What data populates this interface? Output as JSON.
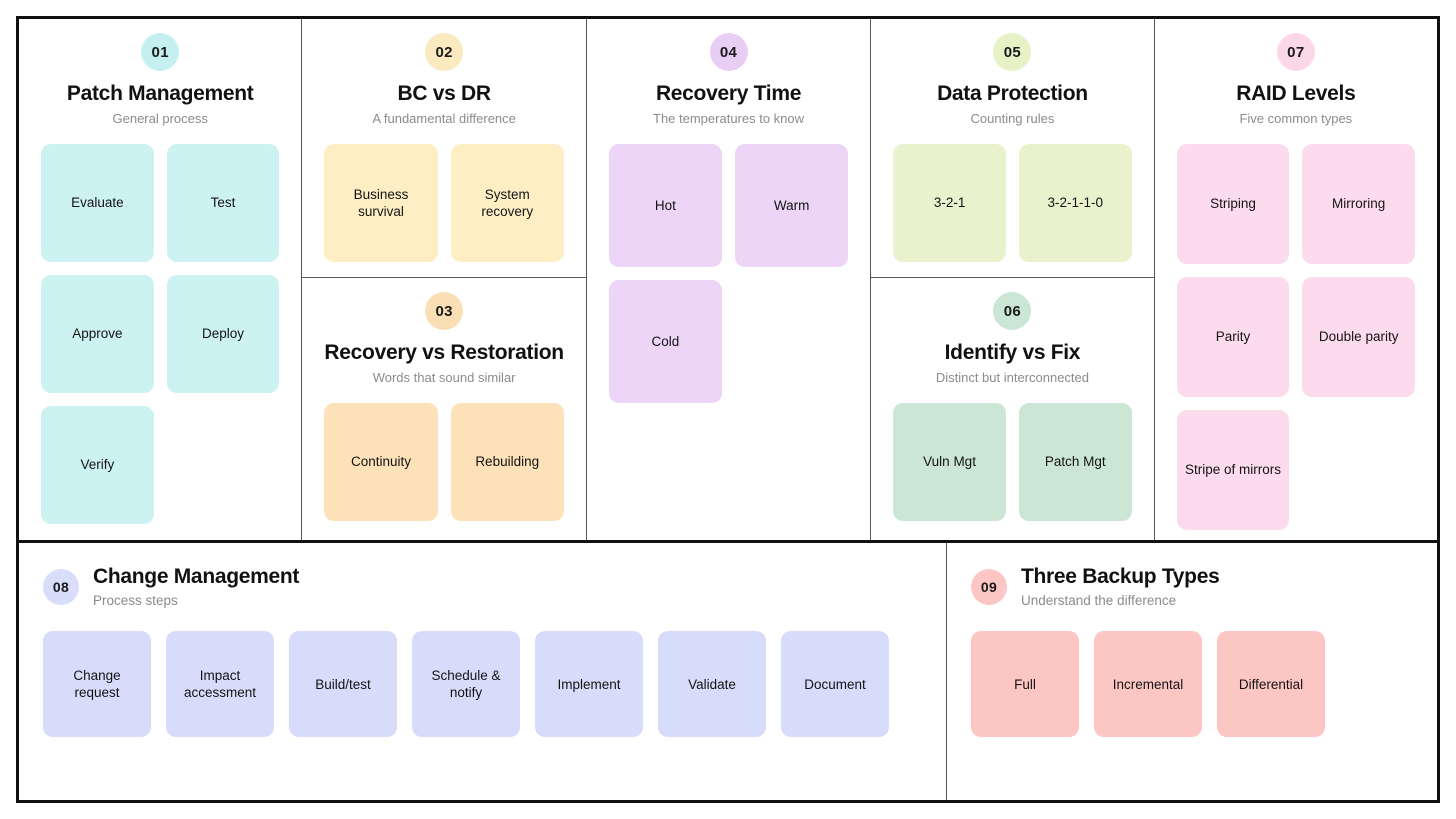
{
  "palette": {
    "cyan": "#cdf2f2",
    "cyan_badge": "#c5eff1",
    "yellow": "#fdeec4",
    "yellow_badge": "#fbeac0",
    "orange": "#fce1b9",
    "orange_badge": "#fbdfb4",
    "lilac": "#edd5f7",
    "lilac_badge": "#e8cdf5",
    "lime": "#e9f2cd",
    "lime_badge": "#e6f1c6",
    "mint": "#cce6d5",
    "mint_badge": "#cbe6d4",
    "pink": "#fcdcec",
    "pink_badge": "#fbd7e8",
    "lavender": "#d7dcfb",
    "lavender_badge": "#d8ddfa",
    "salmon": "#fcc6c3",
    "salmon_badge": "#fbc6c3",
    "border": "#111111",
    "divider": "#555555",
    "title": "#111111",
    "subtitle": "#8b8b8b",
    "chip_text": "#141414"
  },
  "top_panels": [
    {
      "number": "01",
      "title": "Patch Management",
      "subtitle": "General process",
      "items": [
        "Evaluate",
        "Test",
        "Approve",
        "Deploy",
        "Verify"
      ]
    },
    {
      "number": "02",
      "title": "BC vs DR",
      "subtitle": "A fundamental difference",
      "items": [
        "Business survival",
        "System recovery"
      ]
    },
    {
      "number": "03",
      "title": "Recovery vs Restoration",
      "subtitle": "Words that sound similar",
      "items": [
        "Continuity",
        "Rebuilding"
      ]
    },
    {
      "number": "04",
      "title": "Recovery Time",
      "subtitle": "The temperatures to know",
      "items": [
        "Hot",
        "Warm",
        "Cold"
      ]
    },
    {
      "number": "05",
      "title": "Data Protection",
      "subtitle": "Counting rules",
      "items": [
        "3-2-1",
        "3-2-1-1-0"
      ]
    },
    {
      "number": "06",
      "title": "Identify vs Fix",
      "subtitle": "Distinct but interconnected",
      "items": [
        "Vuln Mgt",
        "Patch Mgt"
      ]
    },
    {
      "number": "07",
      "title": "RAID Levels",
      "subtitle": "Five common types",
      "items": [
        "Striping",
        "Mirroring",
        "Parity",
        "Double parity",
        "Stripe of mirrors"
      ]
    }
  ],
  "bottom_panels": [
    {
      "number": "08",
      "title": "Change Management",
      "subtitle": "Process steps",
      "items": [
        "Change request",
        "Impact accessment",
        "Build/test",
        "Schedule & notify",
        "Implement",
        "Validate",
        "Document"
      ]
    },
    {
      "number": "09",
      "title": "Three Backup Types",
      "subtitle": "Understand the difference",
      "items": [
        "Full",
        "Incremental",
        "Differential"
      ]
    }
  ]
}
